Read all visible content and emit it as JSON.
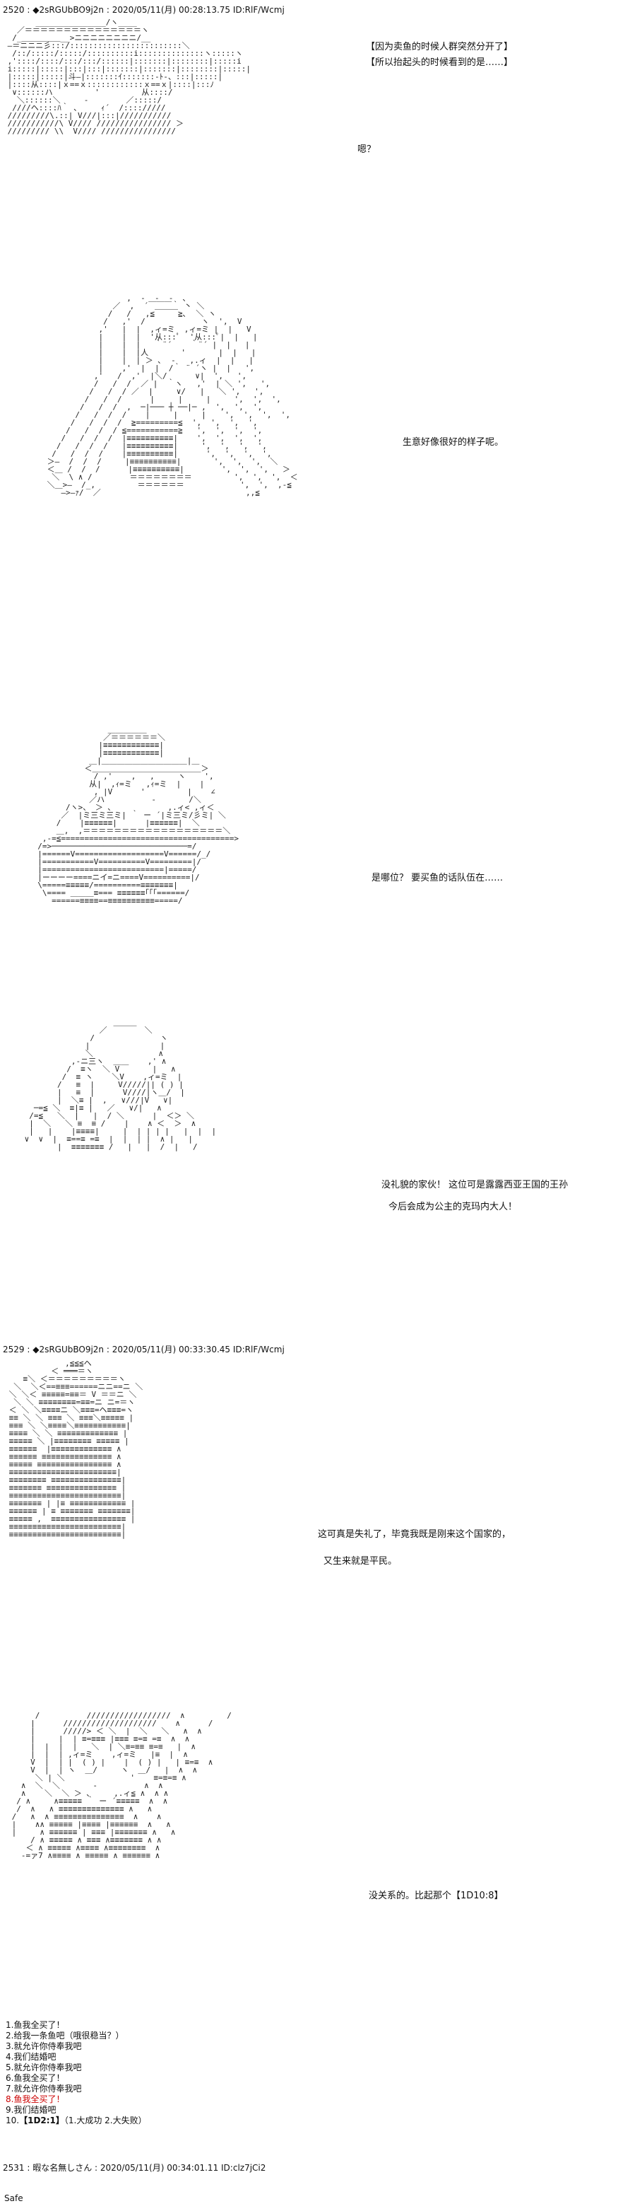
{
  "posts": [
    {
      "header": "2520 : ◆2sRGUbBO9j2n : 2020/05/11(月) 00:28:13.75 ID:RlF/Wcmj",
      "narration": [
        "【因为卖鱼的时候人群突然分开了】",
        "【所以抬起头的时候看到的是……】"
      ],
      "lines": [
        "嗯？",
        "生意好像很好的样子呢。",
        "是哪位？ 要买鱼的话队伍在……",
        "没礼貌的家伙！ 这位可是露露西亚王国的王孙",
        "今后会成为公主的克玛内大人！"
      ]
    },
    {
      "header": "2529 : ◆2sRGUbBO9j2n : 2020/05/11(月) 00:33:30.45 ID:RlF/Wcmj",
      "lines": [
        "这可真是失礼了，毕竟我既是刚来这个国家的，",
        "又生来就是平民。",
        "没关系的。比起那个【1D10:8】"
      ]
    }
  ],
  "choices": [
    {
      "text": "1.鱼我全买了！",
      "red": false
    },
    {
      "text": "2.给我一条鱼吧（哦很稳当？）",
      "red": false
    },
    {
      "text": "3.就允许你侍奉我吧",
      "red": false
    },
    {
      "text": "4.我们结婚吧",
      "red": false
    },
    {
      "text": "5.就允许你侍奉我吧",
      "red": false
    },
    {
      "text": "6.鱼我全买了！",
      "red": false
    },
    {
      "text": "7.就允许你侍奉我吧",
      "red": false
    },
    {
      "text": "8.鱼我全买了！",
      "red": true
    },
    {
      "text": "9.我们结婚吧",
      "red": false
    }
  ],
  "roll_prefix": "10.",
  "roll": "【1D2:1】",
  "roll_suffix": "（1.大成功  2.大失败）",
  "footer_post": "2531 : 暇な名無しさん : 2020/05/11(月) 00:34:01.11 ID:clz7jCi2",
  "safe_label": "Safe"
}
